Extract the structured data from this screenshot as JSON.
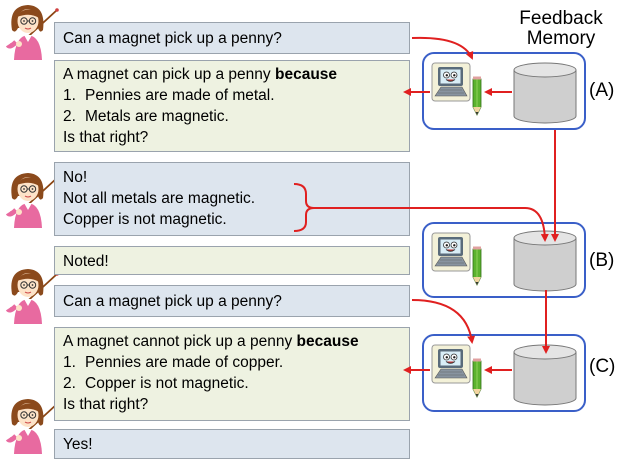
{
  "header": {
    "line1": "Feedback",
    "line2": "Memory"
  },
  "messages": {
    "q1": "Can a magnet pick up a penny?",
    "a1": {
      "prefix": "A magnet can pick up a penny ",
      "bold": "because",
      "item1_num": "1.",
      "item1": "Pennies are made of metal.",
      "item2_num": "2.",
      "item2": "Metals are magnetic.",
      "closing": "Is that right?"
    },
    "fb": {
      "line1": "No!",
      "line2": "Not all metals are magnetic.",
      "line3": "Copper is not magnetic."
    },
    "noted": "Noted!",
    "q2": "Can a magnet pick up a penny?",
    "a2": {
      "prefix": "A magnet cannot pick up a penny ",
      "bold": "because",
      "item1_num": "1.",
      "item1": "Pennies are made of copper.",
      "item2_num": "2.",
      "item2": "Copper is not magnetic.",
      "closing": "Is that right?"
    },
    "yes": "Yes!"
  },
  "memory_labels": {
    "a": "(A)",
    "b": "(B)",
    "c": "(C)"
  },
  "colors": {
    "arrow": "#e02020",
    "box_border": "#3a5fc8",
    "user_bubble": "#dde5ee",
    "model_bubble": "#eef2e1"
  },
  "icons": {
    "teacher": "teacher-icon",
    "computer": "computer-icon",
    "pencil": "pencil-icon",
    "database": "database-cylinder-icon"
  }
}
